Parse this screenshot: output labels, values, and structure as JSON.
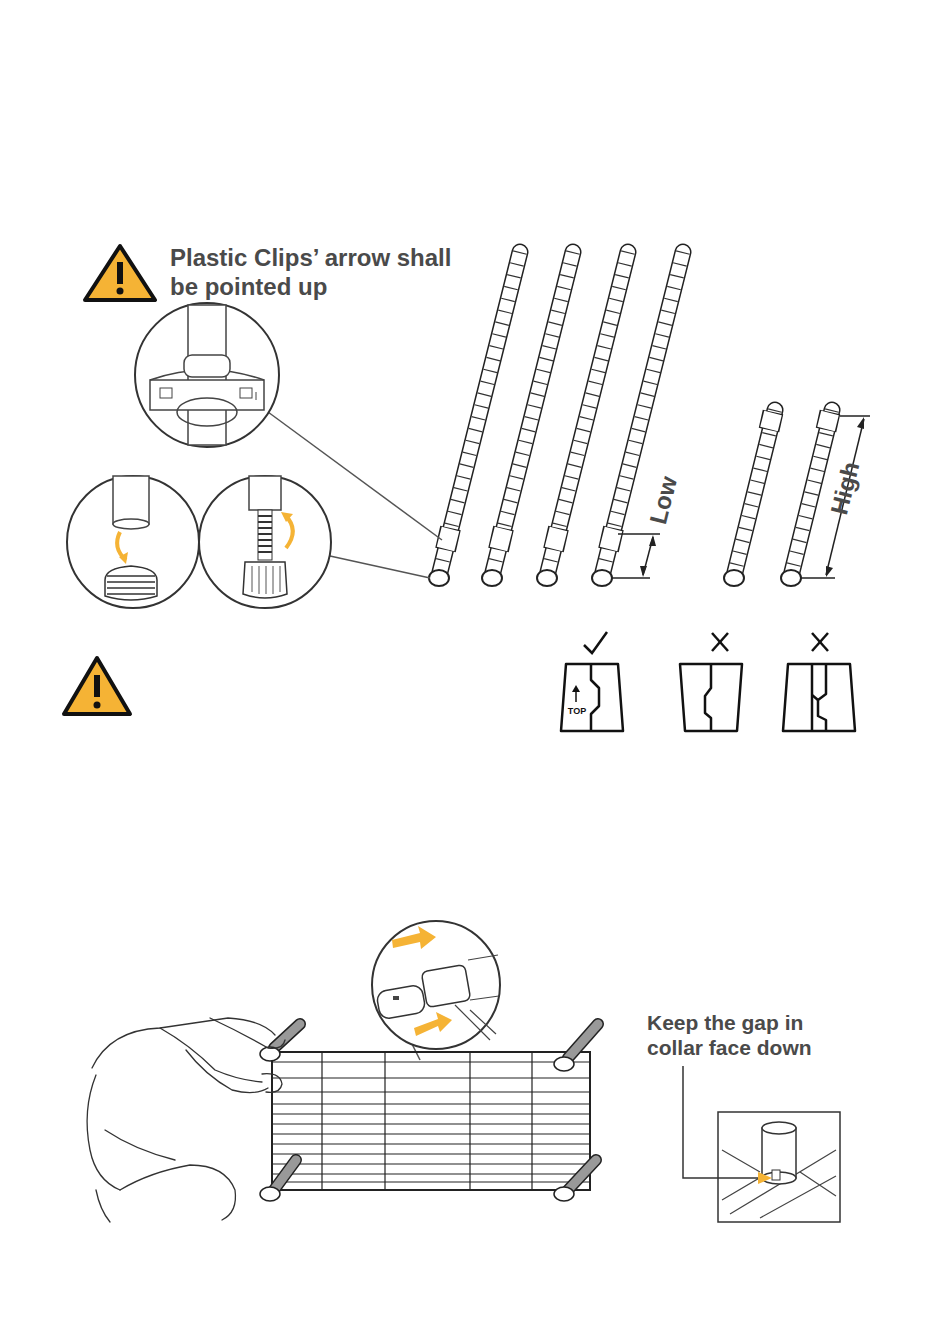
{
  "diagram": {
    "labels": [
      "Plastic Clips’ arrow shall be pointed up",
      "Low",
      "High",
      "TOP",
      "Keep the gap in collar face down"
    ]
  }
}
